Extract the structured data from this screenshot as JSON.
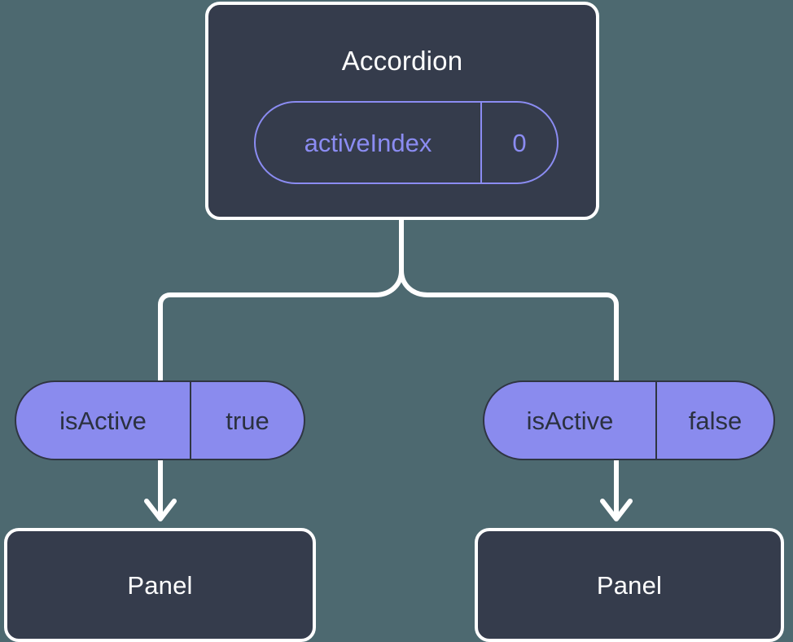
{
  "theme": {
    "background": "#4d6970",
    "card_fill": "#353c4c",
    "card_border": "#ffffff",
    "accent_purple": "#8b8cf2",
    "pill_fill": "#8a8bee",
    "pill_text_dark": "#2b3140",
    "connector": "#ffffff"
  },
  "diagram": {
    "type": "component-tree",
    "root": {
      "title": "Accordion",
      "state": {
        "key": "activeIndex",
        "value": "0"
      }
    },
    "children": [
      {
        "prop": {
          "key": "isActive",
          "value": "true"
        },
        "title": "Panel"
      },
      {
        "prop": {
          "key": "isActive",
          "value": "false"
        },
        "title": "Panel"
      }
    ]
  }
}
